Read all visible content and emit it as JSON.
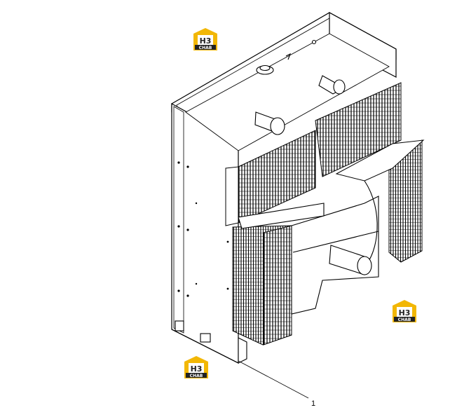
{
  "diagram": {
    "callouts": [
      {
        "label": "1"
      }
    ]
  },
  "watermark": {
    "text_top": "H3",
    "text_bottom": "CHAB",
    "color_body": "#f2b705",
    "color_dark": "#222222"
  }
}
